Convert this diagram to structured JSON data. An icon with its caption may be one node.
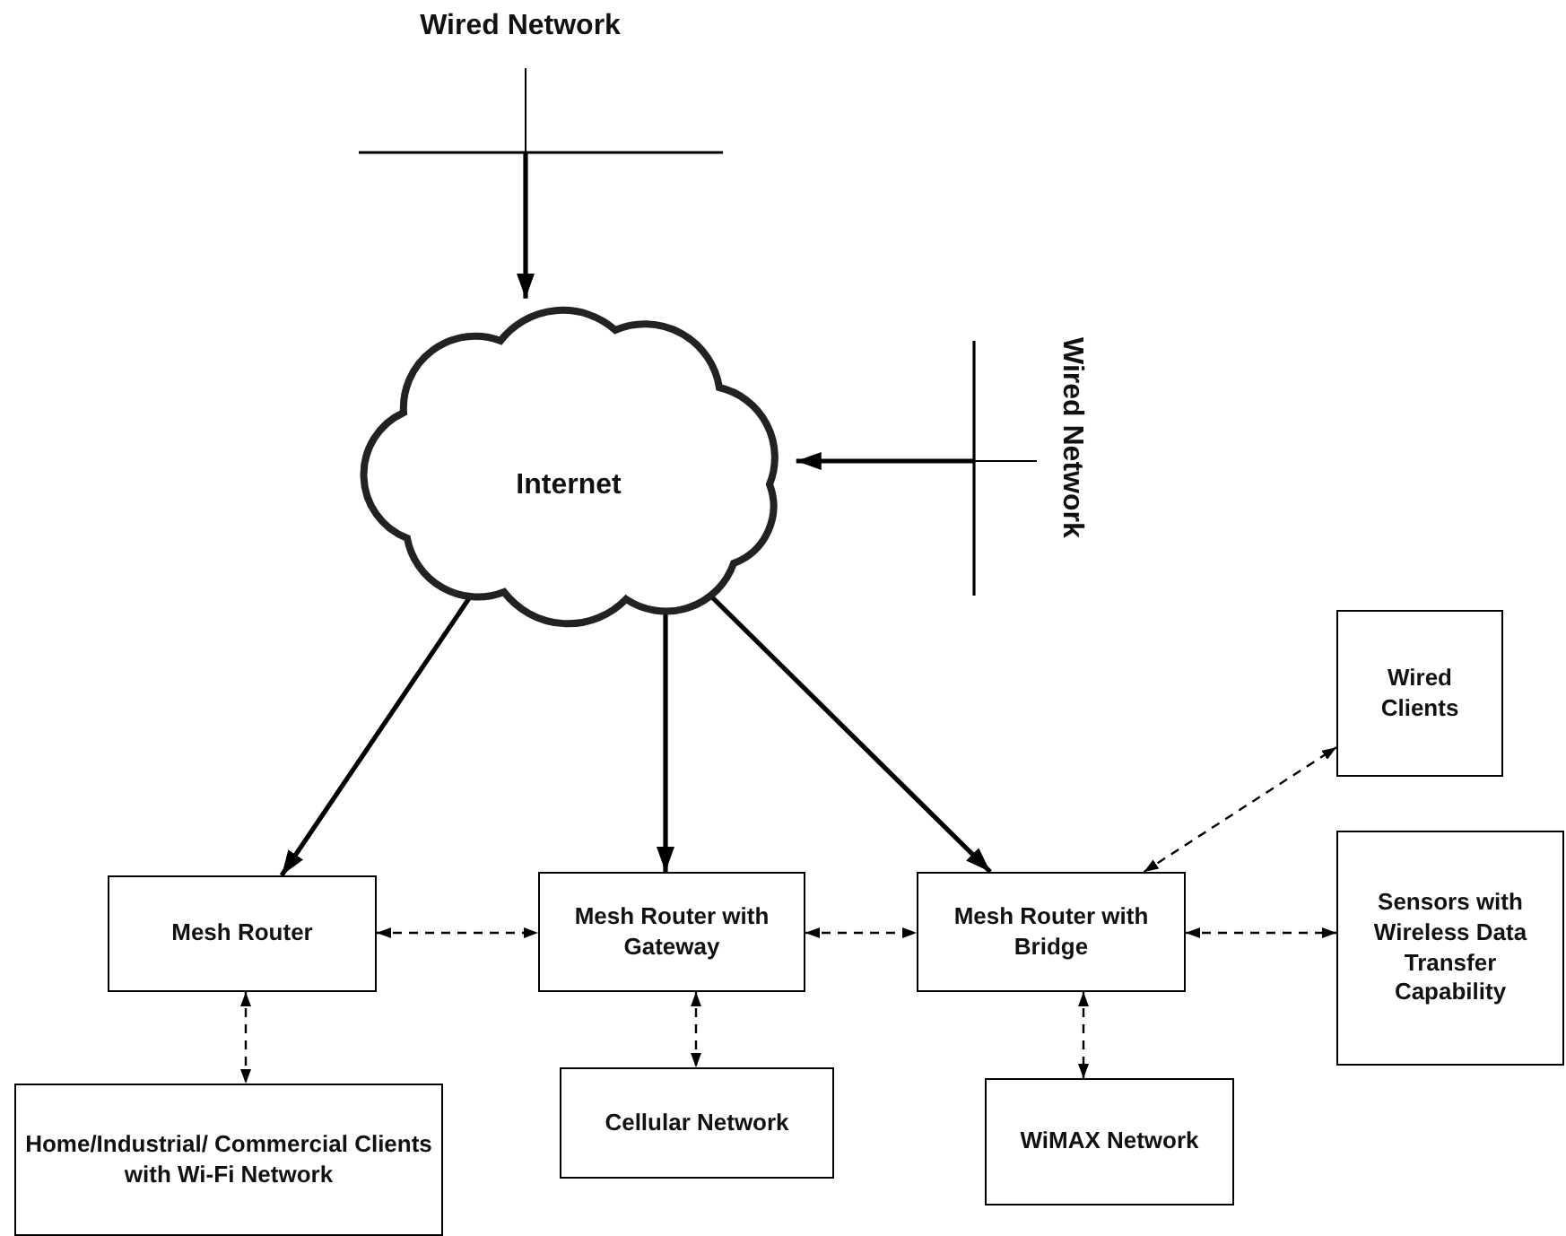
{
  "diagram": {
    "nodes": [
      {
        "text": [
          "Wired Network"
        ]
      },
      {
        "text": [
          "Internet"
        ]
      },
      {
        "text": [
          "Wired Network"
        ]
      },
      {
        "text": [
          "Wired Clients"
        ]
      },
      {
        "text": [
          "Mesh Router"
        ]
      },
      {
        "text": [
          "Mesh Router with Gateway"
        ]
      },
      {
        "text": [
          "Mesh Router with Bridge"
        ]
      },
      {
        "text": [
          "Sensors with Wireless Data Transfer Capability"
        ]
      },
      {
        "text": [
          "Home/Industrial/ Commercial Clients with Wi-Fi Network"
        ]
      },
      {
        "text": [
          "Cellular Network"
        ]
      },
      {
        "text": [
          "WiMAX Network"
        ]
      }
    ],
    "edges": [
      {
        "from": 0,
        "to": 1,
        "arrow": "to"
      },
      {
        "from": 2,
        "to": 1,
        "arrow": "to"
      },
      {
        "from": 1,
        "to": 4,
        "arrow": "to"
      },
      {
        "from": 1,
        "to": 5,
        "arrow": "to"
      },
      {
        "from": 1,
        "to": 6,
        "arrow": "to"
      },
      {
        "from": 6,
        "to": 3,
        "arrow": "both",
        "style": "dashed"
      },
      {
        "from": 4,
        "to": 5,
        "arrow": "both",
        "style": "dashed"
      },
      {
        "from": 5,
        "to": 6,
        "arrow": "both",
        "style": "dashed"
      },
      {
        "from": 6,
        "to": 7,
        "arrow": "both",
        "style": "dashed"
      },
      {
        "from": 4,
        "to": 8,
        "arrow": "both",
        "style": "dashed"
      },
      {
        "from": 5,
        "to": 9,
        "arrow": "both",
        "style": "dashed"
      },
      {
        "from": 6,
        "to": 10,
        "arrow": "both",
        "style": "dashed"
      }
    ]
  }
}
